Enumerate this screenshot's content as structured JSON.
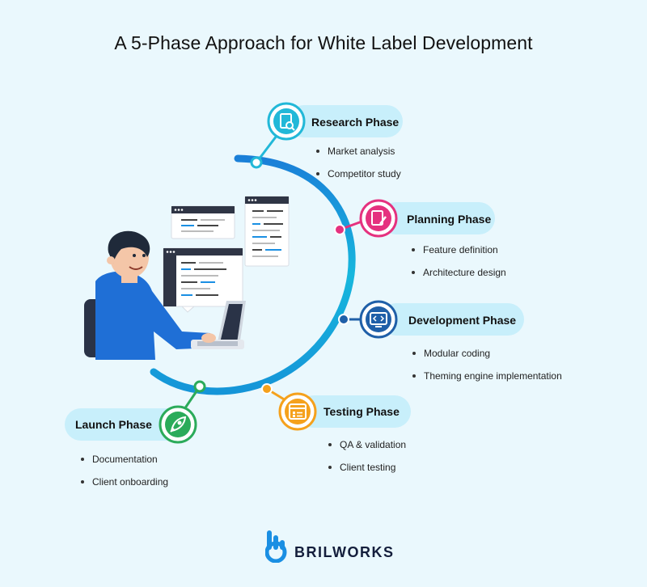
{
  "title": "A 5-Phase Approach for White Label Development",
  "phases": [
    {
      "label": "Research Phase",
      "color": "#22b8d8",
      "icon": "document-search-icon",
      "bullets": [
        "Market analysis",
        "Competitor study"
      ]
    },
    {
      "label": "Planning Phase",
      "color": "#e5317f",
      "icon": "document-edit-icon",
      "bullets": [
        "Feature definition",
        "Architecture design"
      ]
    },
    {
      "label": "Development Phase",
      "color": "#1f5fa8",
      "icon": "code-monitor-icon",
      "bullets": [
        "Modular coding",
        "Theming engine implementation"
      ]
    },
    {
      "label": "Testing Phase",
      "color": "#f5a11c",
      "icon": "checklist-window-icon",
      "bullets": [
        "QA & validation",
        "Client testing"
      ]
    },
    {
      "label": "Launch Phase",
      "color": "#2bab5a",
      "icon": "rocket-icon",
      "bullets": [
        "Documentation",
        "Client onboarding"
      ]
    }
  ],
  "brand": {
    "name": "BRILWORKS",
    "color": "#1a8fe3"
  }
}
